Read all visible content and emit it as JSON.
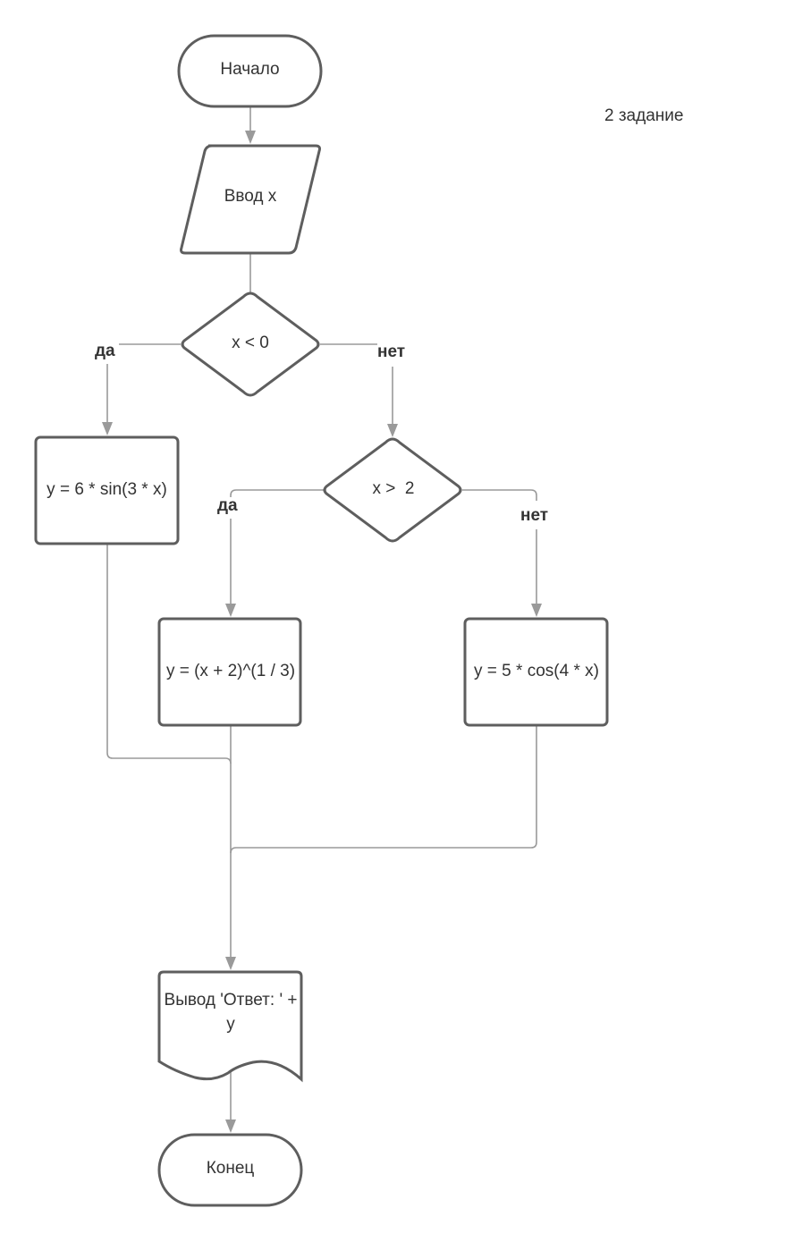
{
  "diagram": {
    "title_note": "2 задание",
    "nodes": {
      "start": "Начало",
      "input": "Ввод x",
      "cond1": "x < 0",
      "proc1": "y = 6 * sin(3 * x)",
      "cond2": "x >  2",
      "proc2": "y = (x + 2)^(1 / 3)",
      "proc3": "y = 5 * cos(4 * x)",
      "output": "Вывод 'Ответ: ' + y",
      "end": "Конец"
    },
    "edge_labels": {
      "cond1_yes": "да",
      "cond1_no": "нет",
      "cond2_yes": "да",
      "cond2_no": "нет"
    },
    "colors": {
      "shape_stroke": "#5e5e5e",
      "connector": "#9a9a9a",
      "text": "#333333"
    }
  }
}
